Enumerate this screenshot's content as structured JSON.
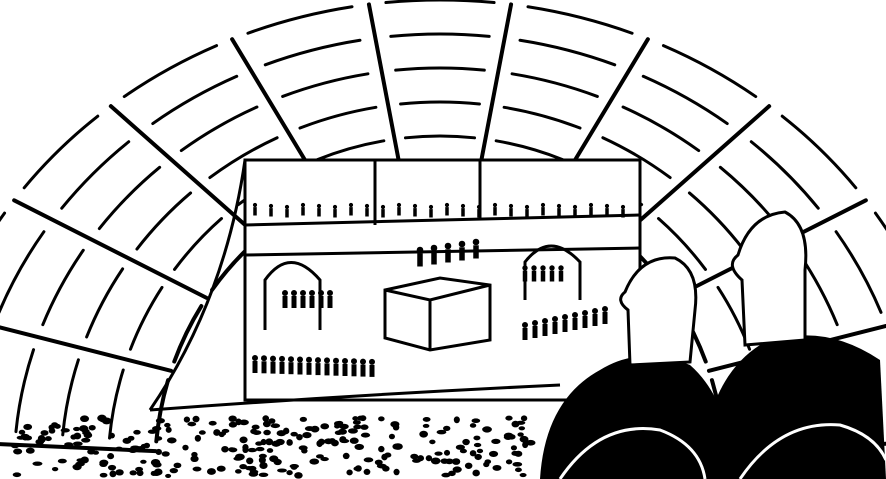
{
  "palette": {
    "ink": "#000000",
    "paper": "#ffffff"
  },
  "scene": {
    "arch_ribs": 11,
    "arch_bands": 5,
    "audience_dots": 260,
    "stage_figures_front": 14,
    "stage_figures_right": 9
  }
}
